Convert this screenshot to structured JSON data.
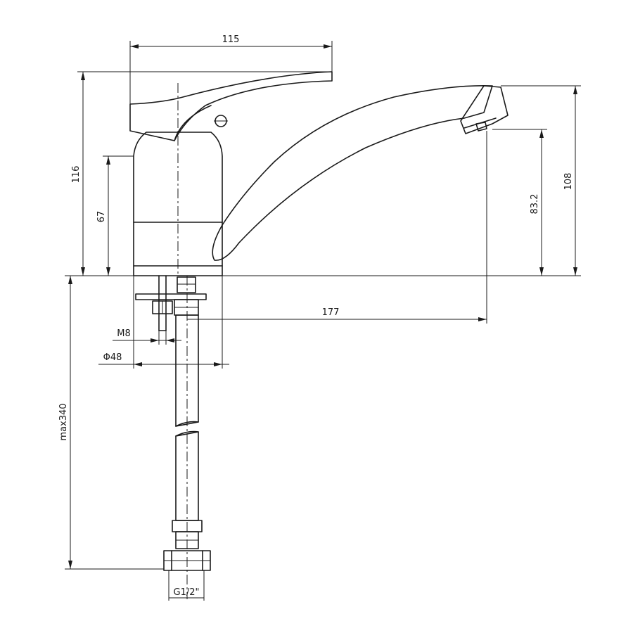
{
  "dimensions": {
    "handle_width": "115",
    "total_height": "116",
    "body_height": "67",
    "spout_height": "108",
    "spout_outlet_height": "83.2",
    "spout_reach": "177",
    "thread_stud": "M8",
    "base_diameter": "Φ48",
    "hose_length": "max340",
    "hose_connection": "G1/2\""
  }
}
